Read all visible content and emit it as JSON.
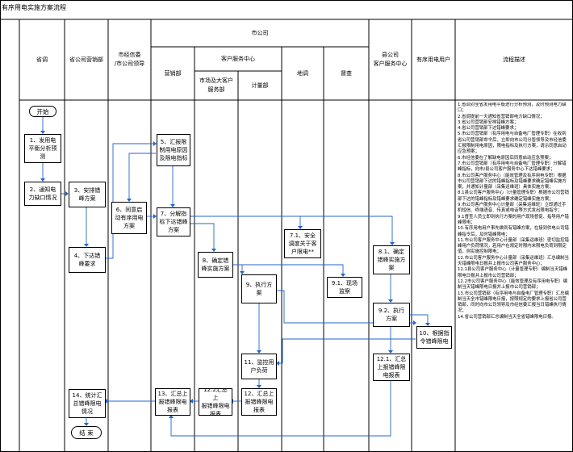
{
  "title": "有序用电实施方案流程",
  "headers": {
    "shengdiao": "省调",
    "shengyingxiao": "省公司营销部",
    "shijingxinwei": "市经信委\n/市公司领导",
    "shigongsi": "市公司",
    "yingxiaobu": "营销部",
    "kehufuwu": "客户服务中心",
    "shichang": "市场及大客户\n服务部",
    "jiliang": "计量部",
    "didiao": "地调",
    "ducha": "督查",
    "xiangongsi": "县公司\n客户服务中心",
    "yonghu": "有序用电用户",
    "miaoshu": "流程描述"
  },
  "nodes": {
    "start": "开始",
    "n1": "1、发用电\n平衡分析预\n测",
    "n2": "2、通知电\n力缺口情况",
    "n3": "3、安排错\n峰方案",
    "n4": "4、下达错\n峰要求",
    "n5": "5、汇报限\n制用电原因\n及限电指标",
    "n6": "6、同意启\n动有序用电\n方案",
    "n7": "7、分解指\n标下达错峰\n方案",
    "n71": "7.1、安全\n调度关于客\n户限电**",
    "n8": "8、确定错\n峰实施方案",
    "n81": "8.1、确定\n错峰实施方\n案",
    "n9": "9、执行方\n案",
    "n91": "9.1、现场\n监察",
    "n92": "9.2、执行\n方案",
    "n10": "10、根据指\n令错峰限电",
    "n11": "11、监控用\n户负荷",
    "n121": "12.1、汇总\n上报错峰限\n电报表",
    "n12": "12、汇总上\n报错峰限电\n报表",
    "n122": "12.2汇总上\n报错峰限电\n报表",
    "n13": "13、汇总上\n报错峰限电\n报表",
    "n14": "14、统计汇\n总错峰限电\n情况",
    "end": "结 束"
  },
  "description": [
    "1.省调对全省发用电平衡进行分析预测，及时预测电力缺口；",
    "2.省调提前一天通知省营销部电力缺口情况；",
    "3.省公司营销部安排错峰方案；",
    "4.省公司营销部下达错峰要求；",
    "5.市公司营销部（有序用电与自备电厂管理专职）在收到省公司营销部命令后，立即向市公司分管领导及市经信委汇报限制用电原因，限电指标及执行方案，请示同意启动应急预案；",
    "6.市经信委在了解缺电原因后同意启动应急预案；",
    "7.市公司营销部（有序用电与自备电厂管理专职）分解错峰指标，向市/县公司客户服务中心下达错峰要求；",
    "8.市公司客户服务中心（能效管理及有序用电专职）根据市公司营销部下达的错峰指标及错峰要求确定错峰实施方案，并通知计量部（采集运维班）具体实施方案；",
    "8.1县公司客户服务中心（计量管理专职）根据市公司营销部下达的错峰指标及错峰要求确定错峰实施方案；",
    "9.市公司客户服务中心计量部（采集运维班）立即通过手机短信、终端语音、传真或电话等方式发出限电指令；",
    "9.1督查人员立即到执行方案的用户现场督促、指导用户错峰限电；",
    "10.有序用电用户事先做到有错峰方案，在接到供电公司错峰指令后，及时错峰限电；",
    "11.市公司客户服务中心计量部（采集运维班）密切监控错峰用户负荷情况，若用户在规定时限内未限电负荷到限定值，则实施控制限电；",
    "12.市公司客户服务中心计量部（采集运维班）汇总编制当天错峰限电日报并上报市公司客户服务中心；",
    "12.1县公司客户服务中心（计量管理专职）编制当天错峰限电日报并上报市公司营销部；",
    "12.2市公司客户服务中心（能效管理及有序用电专职）编制当天错峰限电日报并上报市公司营销部；",
    "13.市公司营销部（有序用电与自备电厂管理专职）汇总编制当天全市错峰限电日报，按照规定的要求上报省公司营销部，同时向市公司领导及市经信委汇报当日错峰执行情况；",
    "14.省公司营销部汇总编制当天全省错峰限电日报。"
  ]
}
